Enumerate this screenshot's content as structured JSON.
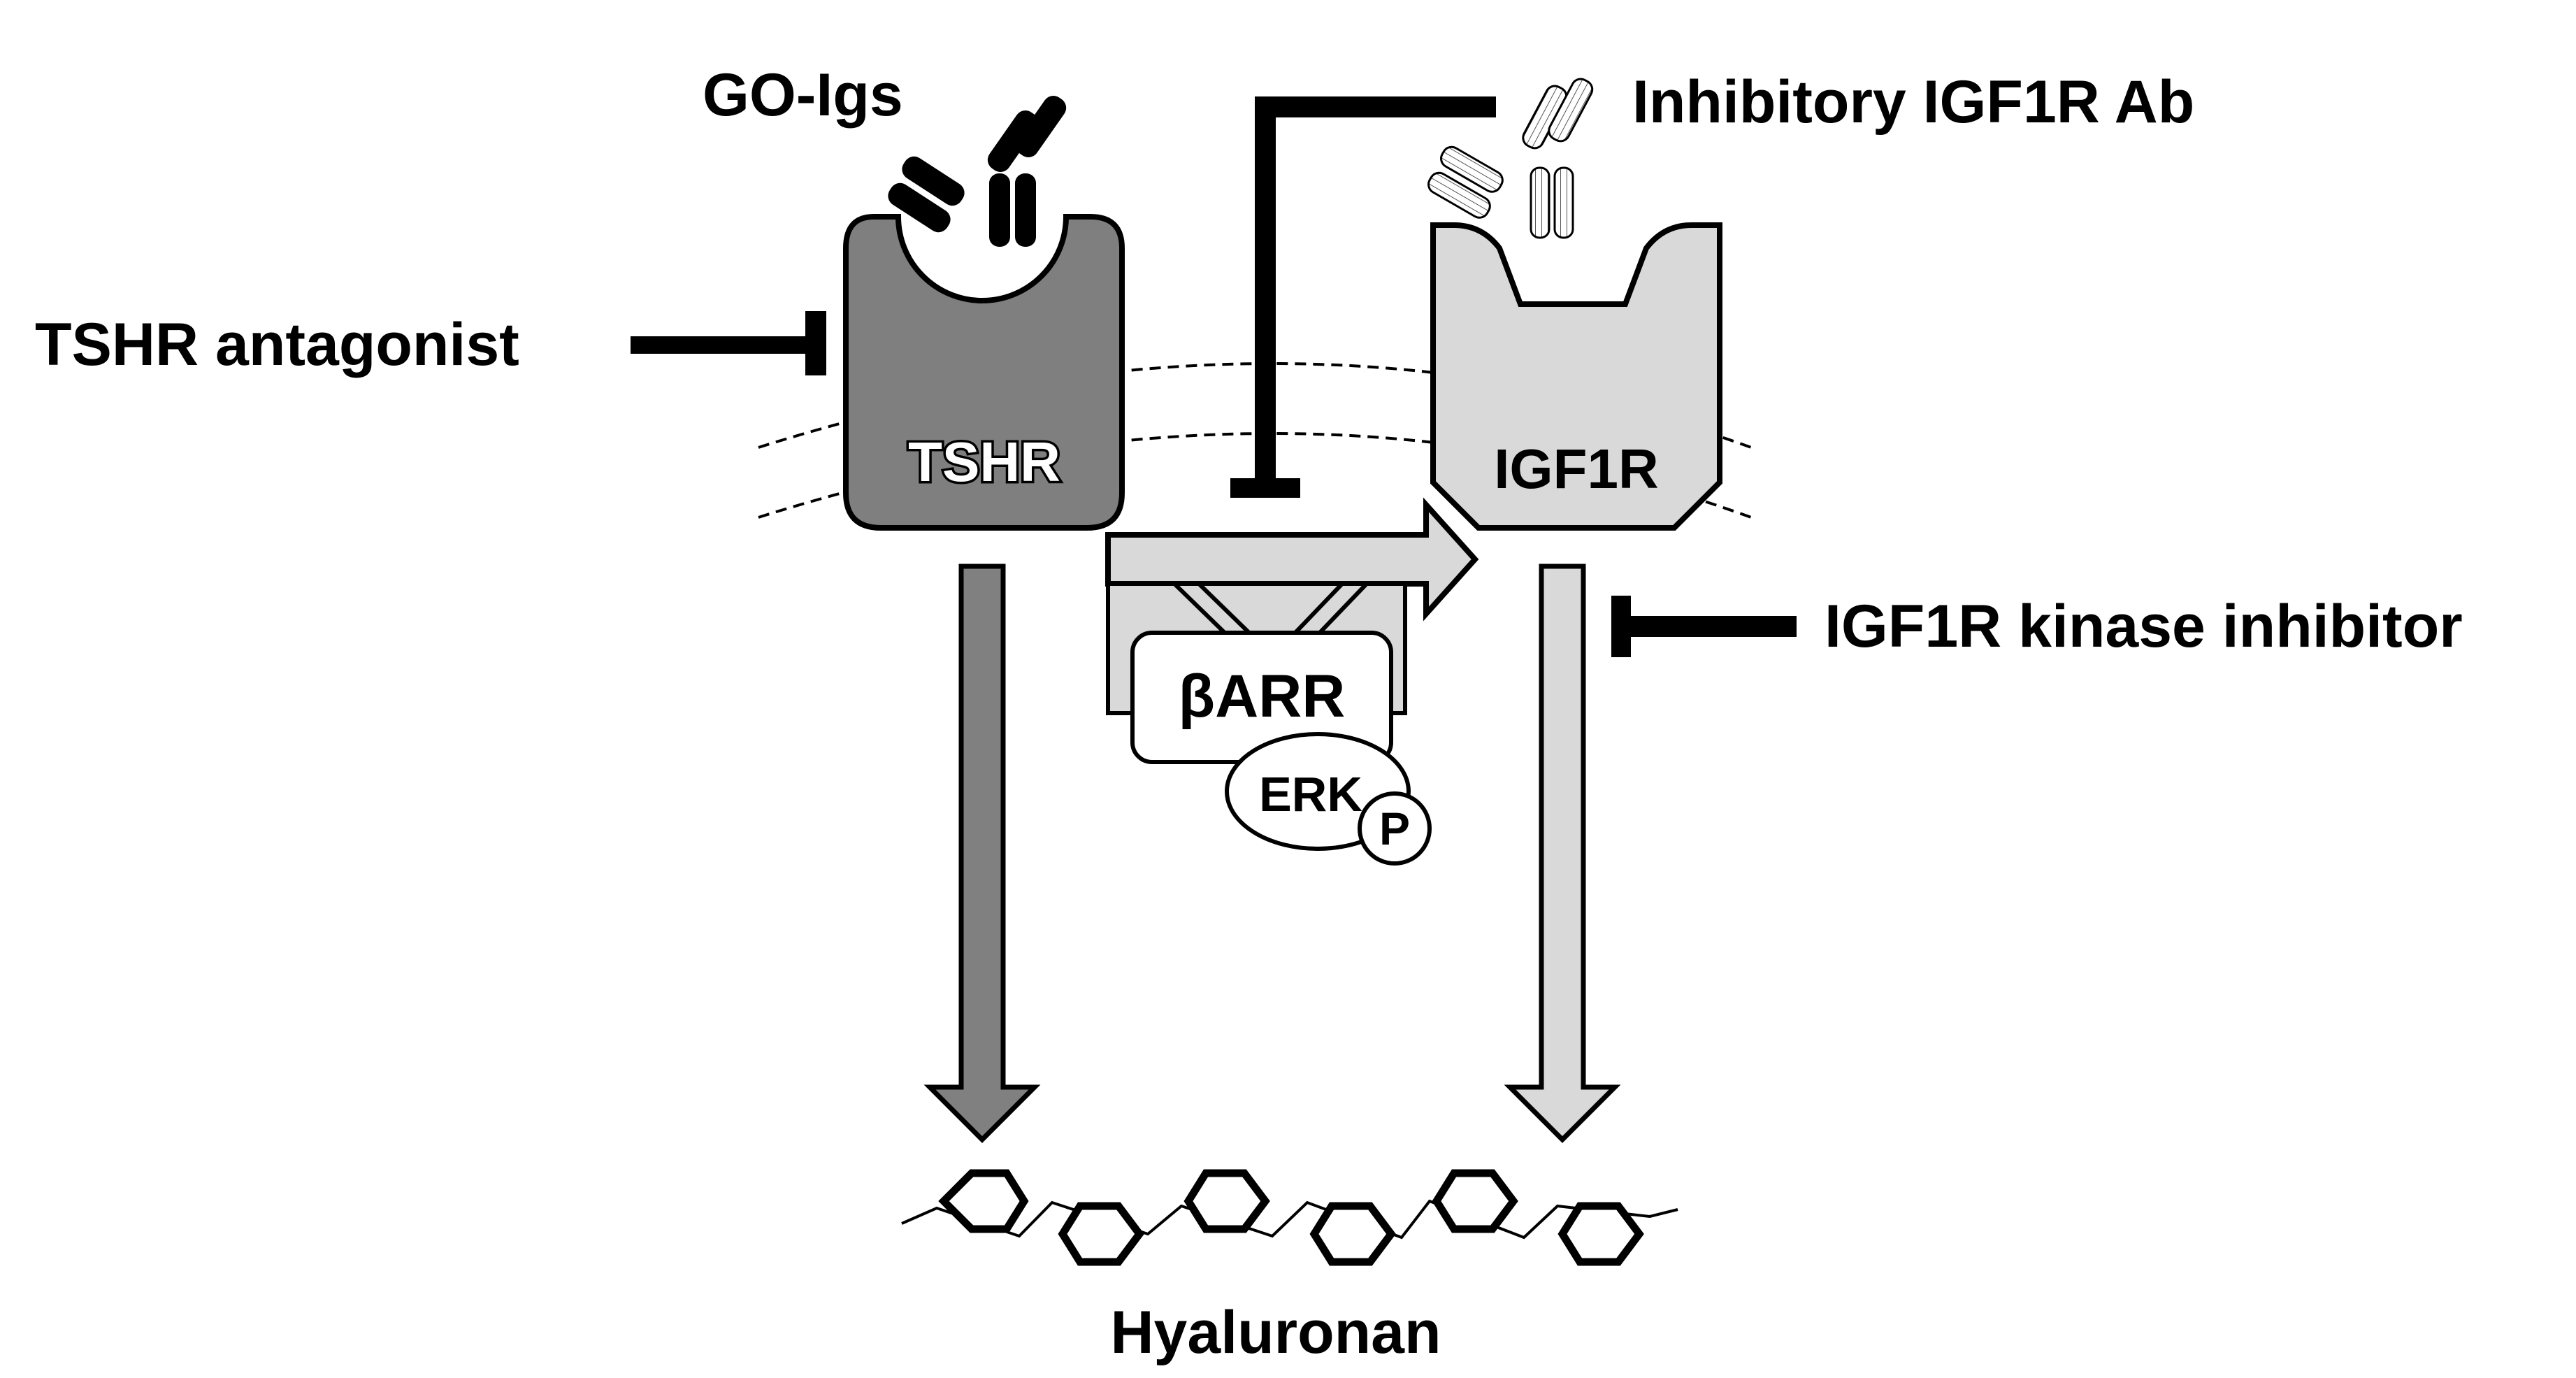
{
  "labels": {
    "go_igs": "GO-Igs",
    "inhibitory_igf1r_ab": "Inhibitory IGF1R Ab",
    "tshr_antagonist": "TSHR antagonist",
    "igf1r_kinase_inhibitor": "IGF1R kinase inhibitor",
    "tshr": "TSHR",
    "igf1r": "IGF1R",
    "barr": "βARR",
    "erk": "ERK",
    "phospho": "P",
    "hyaluronan": "Hyaluronan"
  },
  "colors": {
    "tshr_fill": "#7f7f7f",
    "igf1r_fill": "#d9d9d9",
    "tshr_arrow_fill": "#808080",
    "igf1r_arrow_fill": "#d9d9d9",
    "transactivation_arrow_fill": "#d9d9d9",
    "complex_fill": "#d9d9d9",
    "outline": "#000000"
  }
}
